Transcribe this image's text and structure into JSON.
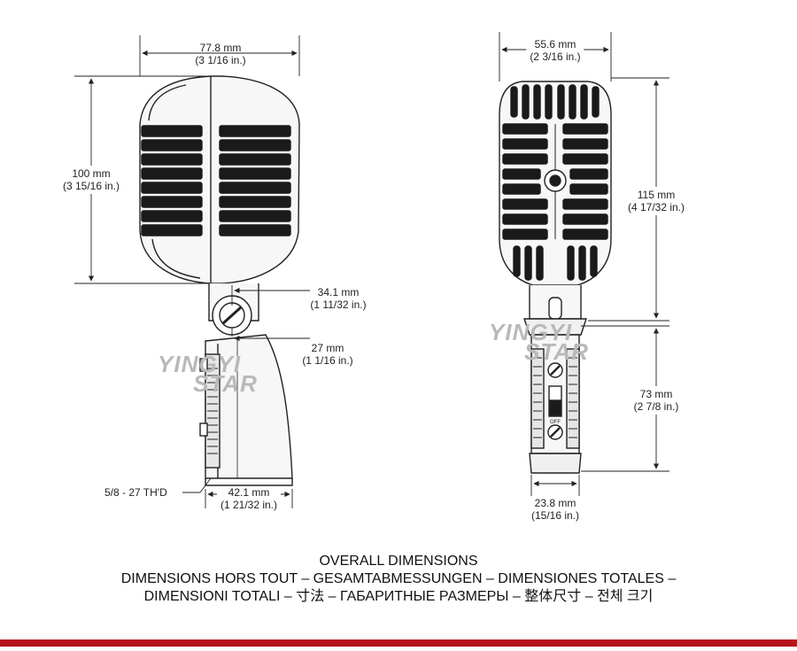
{
  "dimensions": {
    "side_width": {
      "mm": "77.8 mm",
      "in": "(3 1/16 in.)"
    },
    "side_height": {
      "mm": "100 mm",
      "in": "(3 15/16 in.)"
    },
    "side_depth_top": {
      "mm": "34.1 mm",
      "in": "(1 11/32 in.)"
    },
    "side_depth_mid": {
      "mm": "27 mm",
      "in": "(1 1/16 in.)"
    },
    "side_base": {
      "mm": "42.1 mm",
      "in": "(1 21/32 in.)"
    },
    "thread": {
      "label": "5/8 - 27  TH'D"
    },
    "front_width": {
      "mm": "55.6 mm",
      "in": "(2 3/16 in.)"
    },
    "front_head_height": {
      "mm": "115 mm",
      "in": "(4 17/32 in.)"
    },
    "front_handle_height": {
      "mm": "73 mm",
      "in": "(2 7/8 in.)"
    },
    "front_base": {
      "mm": "23.8 mm",
      "in": "(15/16 in.)"
    }
  },
  "switch_label": "OFF",
  "caption": {
    "line1": "OVERALL DIMENSIONS",
    "line2": "DIMENSIONS HORS TOUT – GESAMTABMESSUNGEN – DIMENSIONES TOTALES –",
    "line3": "DIMENSIONI TOTALI – 寸法 – ГАБАРИТНЫЕ РАЗМЕРЫ – 整体尺寸 – 전체 크기"
  },
  "watermark": {
    "line1": "YINGYI",
    "line2": "STAR"
  },
  "colors": {
    "accent_bar": "#b5141c",
    "line": "#222222",
    "watermark": "#b9b9b9"
  }
}
